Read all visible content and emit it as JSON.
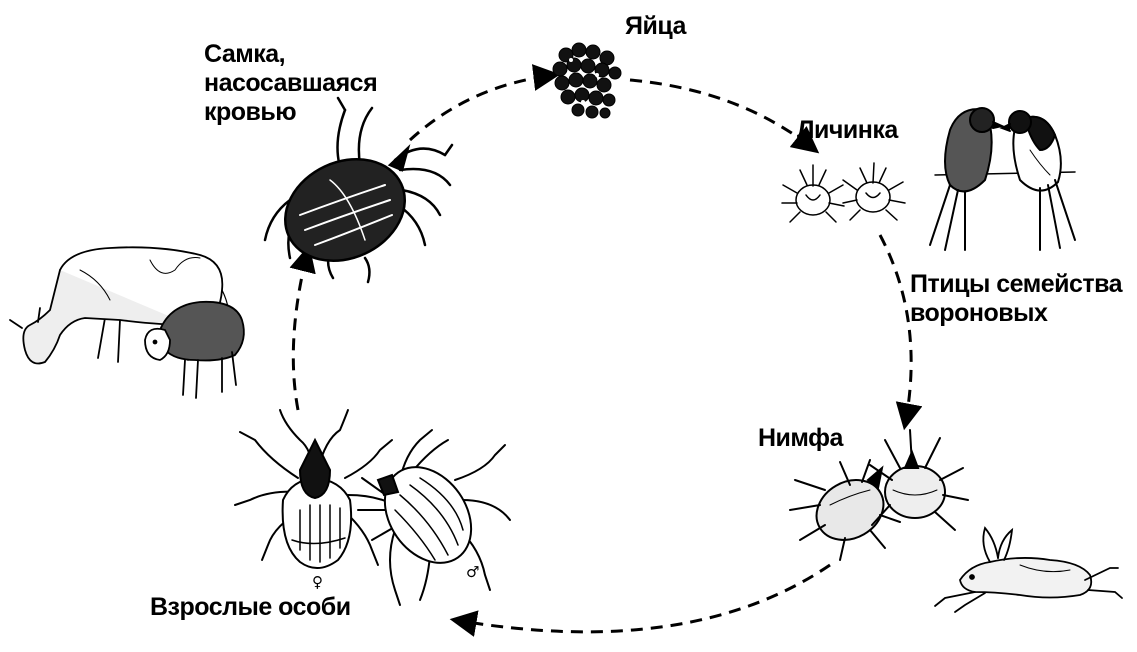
{
  "labels": {
    "eggs": "Яйца",
    "larva": "Личинка",
    "nymph": "Нимфа",
    "adults": "Взрослые особи",
    "engorged_female": "Самка,\nнасосавшаяся\nкровью",
    "birds": "Птицы семейства\nвороновых"
  },
  "symbols": {
    "female": "♀",
    "male": "♂"
  },
  "icons": [
    "egg-cluster-icon",
    "tick-larva-icon",
    "tick-nymph-icon",
    "tick-adult-female-icon",
    "tick-adult-male-icon",
    "engorged-tick-icon",
    "birds-icon",
    "hare-icon",
    "cow-icon",
    "sheep-icon"
  ],
  "colors": {
    "ink": "#000000",
    "background": "#ffffff"
  }
}
